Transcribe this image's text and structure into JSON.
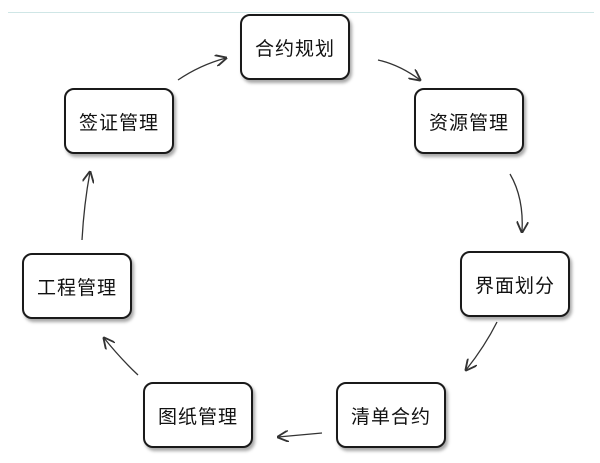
{
  "nodes": {
    "contract_planning": "合约规划",
    "resource_management": "资源管理",
    "interface_division": "界面划分",
    "bill_contract": "清单合约",
    "drawing_management": "图纸管理",
    "engineering_management": "工程管理",
    "visa_management": "签证管理"
  },
  "style": {
    "border_color": "#1a1a1a",
    "arrow_color": "#333333",
    "background": "#ffffff"
  }
}
